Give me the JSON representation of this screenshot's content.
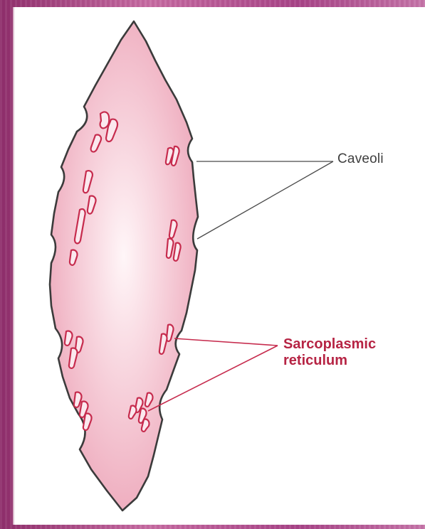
{
  "labels": {
    "caveoli": "Caveoli",
    "sarcoplasmic_reticulum": {
      "line1": "Sarcoplasmic",
      "line2": "reticulum"
    }
  },
  "colors": {
    "cell_fill": "#f2b8c6",
    "cell_outline": "#3b3b3b",
    "reticulum": "#c62b4d",
    "caveoli_label": "#3e3e3e",
    "reticulum_label": "#b62444",
    "background_stain": "#b8548e"
  }
}
